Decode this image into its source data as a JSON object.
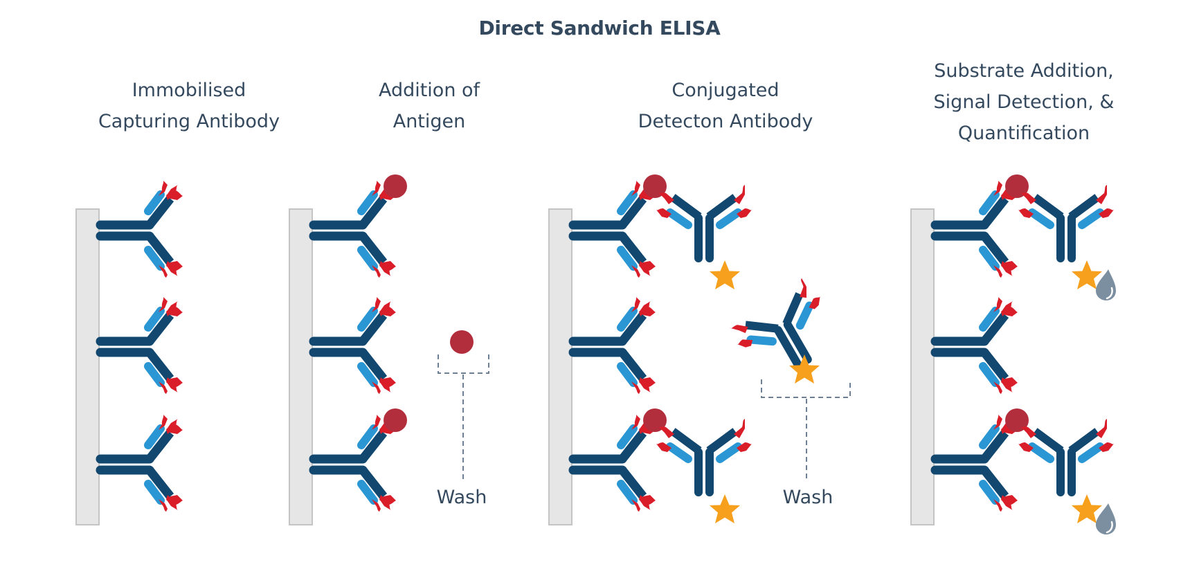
{
  "diagram": {
    "title": "Direct Sandwich ELISA",
    "colors": {
      "text": "#34495e",
      "plate_fill": "#e6e6e6",
      "plate_stroke": "#c4c4c4",
      "heavy_chain": "#12486f",
      "light_chain": "#2a97d4",
      "variable_tip": "#d91e2a",
      "antigen": "#b22e3d",
      "enzyme_star": "#f7a01d",
      "substrate_drop": "#7b8fa1",
      "wash_bracket": "#6d7f92"
    },
    "steps": [
      {
        "id": "step-1",
        "heading_lines": [
          "Immobilised",
          "Capturing Antibody"
        ],
        "capture_antibodies": 3,
        "antigen_bound": [
          false,
          false,
          false
        ],
        "detection_bound": [
          false,
          false,
          false
        ],
        "signal": [
          false,
          false,
          false
        ]
      },
      {
        "id": "step-2",
        "heading_lines": [
          "Addition of",
          "Antigen"
        ],
        "capture_antibodies": 3,
        "antigen_bound": [
          true,
          false,
          true
        ],
        "detection_bound": [
          false,
          false,
          false
        ],
        "signal": [
          false,
          false,
          false
        ],
        "wash": {
          "label": "Wash",
          "washed_away": "unbound antigen"
        }
      },
      {
        "id": "step-3",
        "heading_lines": [
          "Conjugated",
          "Detecton Antibody"
        ],
        "capture_antibodies": 3,
        "antigen_bound": [
          true,
          false,
          true
        ],
        "detection_bound": [
          true,
          false,
          true
        ],
        "signal": [
          false,
          false,
          false
        ],
        "wash": {
          "label": "Wash",
          "washed_away": "unbound detection antibody"
        }
      },
      {
        "id": "step-4",
        "heading_lines": [
          "Substrate Addition,",
          "Signal Detection, &",
          "Quantification"
        ],
        "capture_antibodies": 3,
        "antigen_bound": [
          true,
          false,
          true
        ],
        "detection_bound": [
          true,
          false,
          true
        ],
        "signal": [
          true,
          false,
          true
        ]
      }
    ],
    "legend_icons": [
      "capture-antibody-icon",
      "antigen-icon",
      "detection-antibody-icon",
      "enzyme-star-icon",
      "substrate-drop-icon"
    ]
  }
}
